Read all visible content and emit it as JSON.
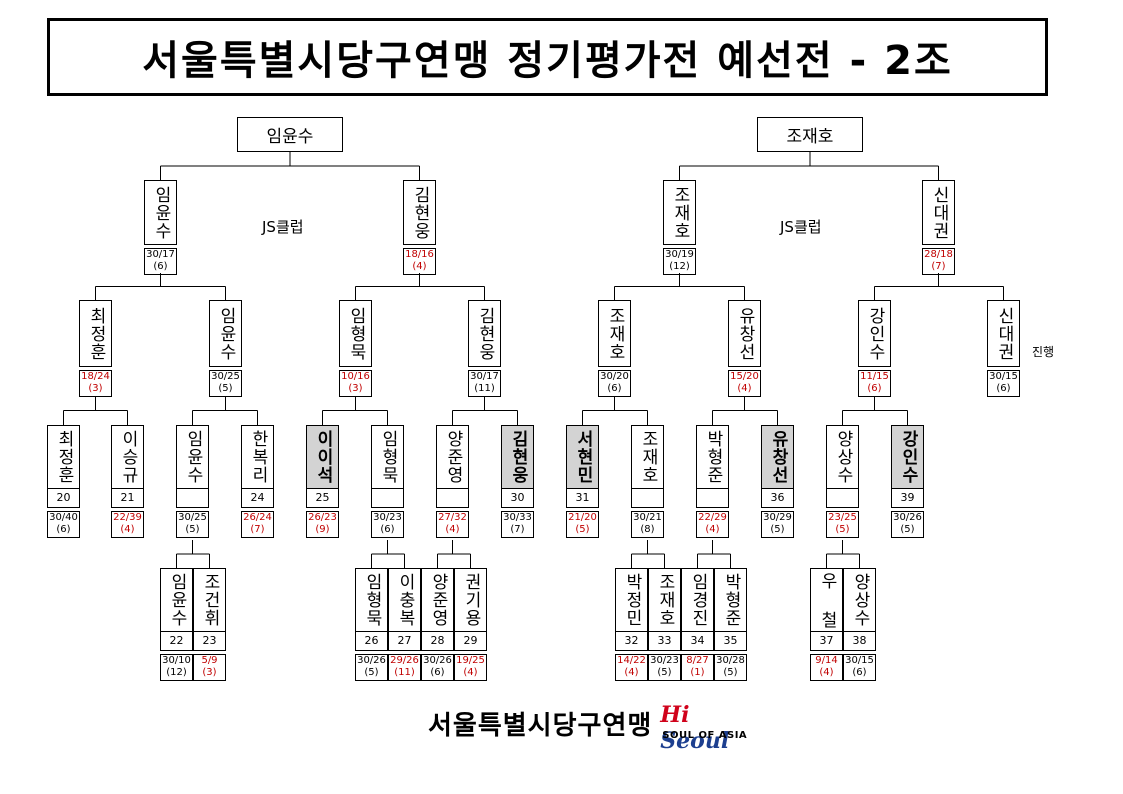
{
  "title": "서울특별시당구연맹 정기평가전 예선전 - 2조",
  "roots": {
    "left": "임윤수",
    "right": "조재호"
  },
  "clubs": {
    "left": "JS클럽",
    "right": "JS클럽"
  },
  "note": "진행",
  "r1": [
    {
      "name": "임윤수",
      "score": "30/17",
      "inn": "(6)",
      "red": false
    },
    {
      "name": "김현웅",
      "score": "18/16",
      "inn": "(4)",
      "red": true
    },
    {
      "name": "조재호",
      "score": "30/19",
      "inn": "(12)",
      "red": false
    },
    {
      "name": "신대권",
      "score": "28/18",
      "inn": "(7)",
      "red": true
    }
  ],
  "r2": [
    {
      "name": "최정훈",
      "score": "18/24",
      "inn": "(3)",
      "red": true
    },
    {
      "name": "임윤수",
      "score": "30/25",
      "inn": "(5)",
      "red": false
    },
    {
      "name": "임형묵",
      "score": "10/16",
      "inn": "(3)",
      "red": true
    },
    {
      "name": "김현웅",
      "score": "30/17",
      "inn": "(11)",
      "red": false
    },
    {
      "name": "조재호",
      "score": "30/20",
      "inn": "(6)",
      "red": false
    },
    {
      "name": "유창선",
      "score": "15/20",
      "inn": "(4)",
      "red": true
    },
    {
      "name": "강인수",
      "score": "11/15",
      "inn": "(6)",
      "red": true
    },
    {
      "name": "신대권",
      "score": "30/15",
      "inn": "(6)",
      "red": false
    }
  ],
  "r3": [
    {
      "name": "최정훈",
      "num": "20",
      "score": "30/40",
      "inn": "(6)",
      "red": false,
      "seed": false
    },
    {
      "name": "이승규",
      "num": "21",
      "score": "22/39",
      "inn": "(4)",
      "red": true,
      "seed": false
    },
    {
      "name": "임윤수",
      "num": "",
      "score": "30/25",
      "inn": "(5)",
      "red": false,
      "seed": false
    },
    {
      "name": "한복리",
      "num": "24",
      "score": "26/24",
      "inn": "(7)",
      "red": true,
      "seed": false
    },
    {
      "name": "이이석",
      "num": "25",
      "score": "26/23",
      "inn": "(9)",
      "red": true,
      "seed": true
    },
    {
      "name": "임형묵",
      "num": "",
      "score": "30/23",
      "inn": "(6)",
      "red": false,
      "seed": false
    },
    {
      "name": "양준영",
      "num": "",
      "score": "27/32",
      "inn": "(4)",
      "red": true,
      "seed": false
    },
    {
      "name": "김현웅",
      "num": "30",
      "score": "30/33",
      "inn": "(7)",
      "red": false,
      "seed": true
    },
    {
      "name": "서현민",
      "num": "31",
      "score": "21/20",
      "inn": "(5)",
      "red": true,
      "seed": true
    },
    {
      "name": "조재호",
      "num": "",
      "score": "30/21",
      "inn": "(8)",
      "red": false,
      "seed": false
    },
    {
      "name": "박형준",
      "num": "",
      "score": "22/29",
      "inn": "(4)",
      "red": true,
      "seed": false
    },
    {
      "name": "유창선",
      "num": "36",
      "score": "30/29",
      "inn": "(5)",
      "red": false,
      "seed": true
    },
    {
      "name": "양상수",
      "num": "",
      "score": "23/25",
      "inn": "(5)",
      "red": true,
      "seed": false
    },
    {
      "name": "강인수",
      "num": "39",
      "score": "30/26",
      "inn": "(5)",
      "red": false,
      "seed": true
    }
  ],
  "r4": [
    {
      "name": "임윤수",
      "num": "22",
      "score": "30/10",
      "inn": "(12)",
      "red": false
    },
    {
      "name": "조건휘",
      "num": "23",
      "score": "5/9",
      "inn": "(3)",
      "red": true
    },
    {
      "name": "임형묵",
      "num": "26",
      "score": "30/26",
      "inn": "(5)",
      "red": false
    },
    {
      "name": "이충복",
      "num": "27",
      "score": "29/26",
      "inn": "(11)",
      "red": true
    },
    {
      "name": "양준영",
      "num": "28",
      "score": "30/26",
      "inn": "(6)",
      "red": false
    },
    {
      "name": "권기용",
      "num": "29",
      "score": "19/25",
      "inn": "(4)",
      "red": true
    },
    {
      "name": "박정민",
      "num": "32",
      "score": "14/22",
      "inn": "(4)",
      "red": true
    },
    {
      "name": "조재호",
      "num": "33",
      "score": "30/23",
      "inn": "(5)",
      "red": false
    },
    {
      "name": "임경진",
      "num": "34",
      "score": "8/27",
      "inn": "(1)",
      "red": true
    },
    {
      "name": "박형준",
      "num": "35",
      "score": "30/28",
      "inn": "(5)",
      "red": false
    },
    {
      "name": "우 철",
      "num": "37",
      "score": "9/14",
      "inn": "(4)",
      "red": true
    },
    {
      "name": "양상수",
      "num": "38",
      "score": "30/15",
      "inn": "(6)",
      "red": false
    }
  ],
  "footer": {
    "text": "서울특별시당구연맹",
    "logo_hi": "Hi",
    "logo_seoul": "Seoul",
    "logo_sub": "SOUL OF ASIA"
  }
}
